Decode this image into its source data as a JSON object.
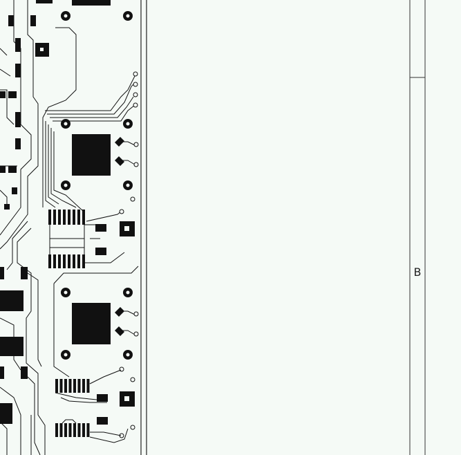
{
  "drawing": {
    "zone_label": "B",
    "colors": {
      "background": "#f5faf6",
      "trace": "#111111",
      "frame": "#333333"
    },
    "components": {
      "microcontrollers": 2,
      "ic_pin_count_per_row": 8
    }
  }
}
